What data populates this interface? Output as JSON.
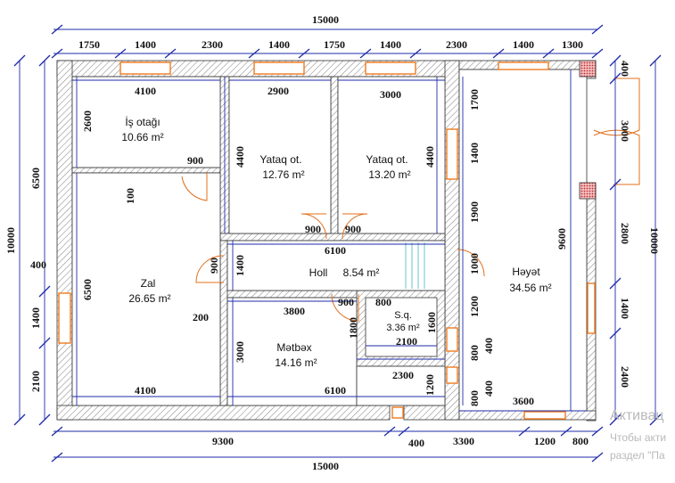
{
  "rooms": {
    "office": {
      "name": "İş otağı",
      "area": "10.66 m²"
    },
    "bed1": {
      "name": "Yataq ot.",
      "area": "12.76 m²"
    },
    "bed2": {
      "name": "Yataq ot.",
      "area": "13.20 m²"
    },
    "hall": {
      "name": "Holl",
      "area": "8.54 m²"
    },
    "living": {
      "name": "Zal",
      "area": "26.65 m²"
    },
    "kitchen": {
      "name": "Mətbəx",
      "area": "14.16 m²"
    },
    "wc": {
      "name": "S.q.",
      "area": "3.36 m²"
    },
    "yard": {
      "name": "Həyət",
      "area": "34.56 m²"
    }
  },
  "dims": {
    "total_top": "15000",
    "total_bottom": "15000",
    "top_segments": [
      "1750",
      "1400",
      "2300",
      "1400",
      "1750",
      "1400",
      "2300",
      "1400",
      "1300"
    ],
    "bottom_segments": [
      "9300",
      "400",
      "3300",
      "1200",
      "800"
    ],
    "left_outer": "10000",
    "left_segments": [
      "6500",
      "400",
      "1400",
      "2100"
    ],
    "right_outer": "10000",
    "right_segments": [
      "400",
      "3000",
      "2800",
      "1400",
      "2400"
    ],
    "office_width": "4100",
    "office_height": "2600",
    "office_door": "900",
    "wall_100": "100",
    "bed1_width": "2900",
    "bed1_height": "4400",
    "bed1_door": "900",
    "bed2_width": "3000",
    "bed2_height": "4400",
    "bed2_door": "900",
    "hall_width": "6100",
    "hall_height": "1400",
    "hall_door_left": "900",
    "living_height": "6500",
    "living_width": "4100",
    "partition_200": "200",
    "kitchen_width_top": "3800",
    "kitchen_width_bottom": "6100",
    "kitchen_height": "3000",
    "kitchen_door": "900",
    "wc_width_top": "800",
    "wc_width_bottom": "2100",
    "wc_height_left": "1800",
    "wc_height_right": "1600",
    "wc_outer_bottom": "2300",
    "wc_outer_right": "1200",
    "right_col": [
      "1700",
      "1400",
      "1900",
      "1000",
      "1200",
      "800",
      "800"
    ],
    "small_400_a": "400",
    "small_400_b": "400",
    "yard_height": "9600",
    "yard_bottom": "3600"
  },
  "watermark": {
    "line1": "Активац",
    "line2": "Чтобы акти",
    "line3": "раздел \"Па"
  },
  "colors": {
    "dim_line": "#1f2ba8",
    "wall_hatch": "#888888",
    "window": "#f07a1e",
    "door": "#e0701e",
    "stair": "#47b3d0",
    "pillar": "#c0282d"
  }
}
